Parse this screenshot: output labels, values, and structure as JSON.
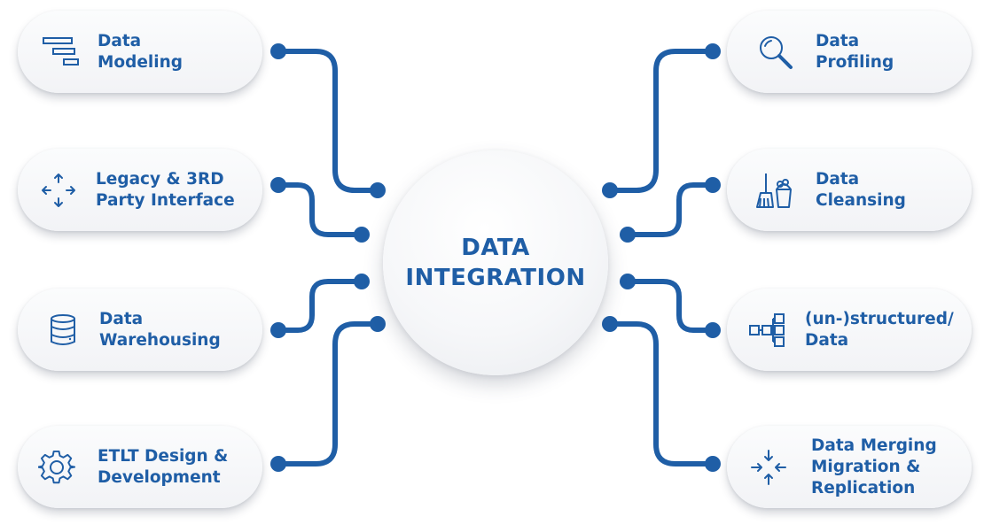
{
  "hub": {
    "line1": "DATA",
    "line2": "INTEGRATION"
  },
  "left_items": [
    {
      "line1": "Data",
      "line2": "Modeling",
      "icon": "data-modeling-icon"
    },
    {
      "line1": "Legacy & 3RD",
      "line2": "Party Interface",
      "icon": "arrows-expand-icon"
    },
    {
      "line1": "Data",
      "line2": "Warehousing",
      "icon": "database-icon"
    },
    {
      "line1": "ETLT Design &",
      "line2": "Development",
      "icon": "gear-icon"
    }
  ],
  "right_items": [
    {
      "line1": "Data",
      "line2": "Profiling",
      "icon": "magnifier-icon"
    },
    {
      "line1": "Data",
      "line2": "Cleansing",
      "icon": "broom-bucket-icon"
    },
    {
      "line1": "(un-)structured/",
      "line2": "Data",
      "icon": "hierarchy-icon"
    },
    {
      "line1": "Data Merging",
      "line2": "Migration &",
      "line3": "Replication",
      "icon": "arrows-merge-icon"
    }
  ],
  "colors": {
    "accent": "#1f5ea6"
  }
}
